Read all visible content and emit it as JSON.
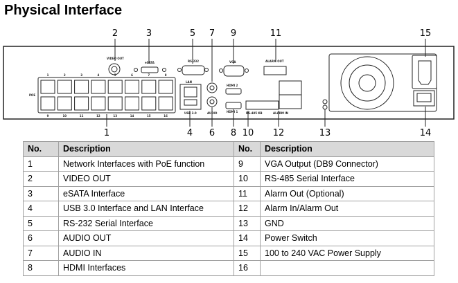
{
  "title": "Physical Interface",
  "diagram": {
    "callouts_top": [
      "2",
      "3",
      "5",
      "7",
      "9",
      "11",
      "15"
    ],
    "callouts_bottom": [
      "1",
      "4",
      "6",
      "8",
      "10",
      "12",
      "13",
      "14"
    ],
    "port_labels": {
      "video_out": "VIDEO OUT",
      "esata": "eSATA",
      "rs232": "RS-232",
      "vga": "VGA",
      "alarm_out": "ALARM OUT",
      "lan": "LAN",
      "usb": "USB 3.0",
      "audio": "AUDIO",
      "poe": "POE",
      "rs485": "RS-485 KB",
      "alarm_in": "ALARM IN",
      "hdmi2": "HDMI 2",
      "hdmi1": "HDMI 1"
    },
    "poe_top_numbers": [
      "1",
      "2",
      "3",
      "4",
      "5",
      "6",
      "7",
      "8"
    ],
    "poe_bottom_numbers": [
      "9",
      "10",
      "11",
      "12",
      "13",
      "14",
      "15",
      "16"
    ]
  },
  "table": {
    "headers": [
      "No.",
      "Description",
      "No.",
      "Description"
    ],
    "rows": [
      [
        "1",
        "Network Interfaces with PoE function",
        "9",
        "VGA Output (DB9 Connector)"
      ],
      [
        "2",
        "VIDEO OUT",
        "10",
        "RS-485 Serial Interface"
      ],
      [
        "3",
        "eSATA Interface",
        "11",
        "Alarm Out (Optional)"
      ],
      [
        "4",
        "USB 3.0 Interface and LAN Interface",
        "12",
        "Alarm In/Alarm Out"
      ],
      [
        "5",
        "RS-232 Serial Interface",
        "13",
        "GND"
      ],
      [
        "6",
        "AUDIO OUT",
        "14",
        "Power Switch"
      ],
      [
        "7",
        "AUDIO IN",
        "15",
        "100 to 240 VAC Power Supply"
      ],
      [
        "8",
        "HDMI Interfaces",
        "16",
        ""
      ]
    ]
  }
}
